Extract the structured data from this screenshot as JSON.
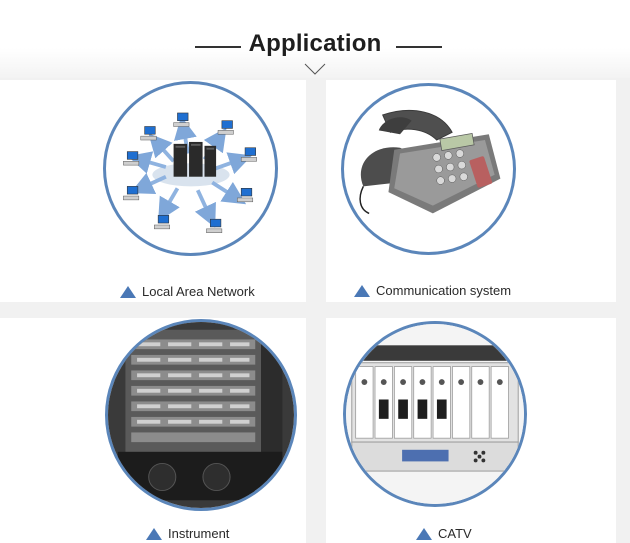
{
  "header": {
    "title": "Application"
  },
  "applications": [
    {
      "label": "Local Area Network",
      "image": "network-diagram"
    },
    {
      "label": "Communication system",
      "image": "desk-phone"
    },
    {
      "label": "Instrument",
      "image": "rack-equipment"
    },
    {
      "label": "CATV",
      "image": "catv-chassis"
    }
  ],
  "colors": {
    "accent": "#4a78b6",
    "circle_border": "#5b86ba",
    "background": "#f1f1f1"
  }
}
